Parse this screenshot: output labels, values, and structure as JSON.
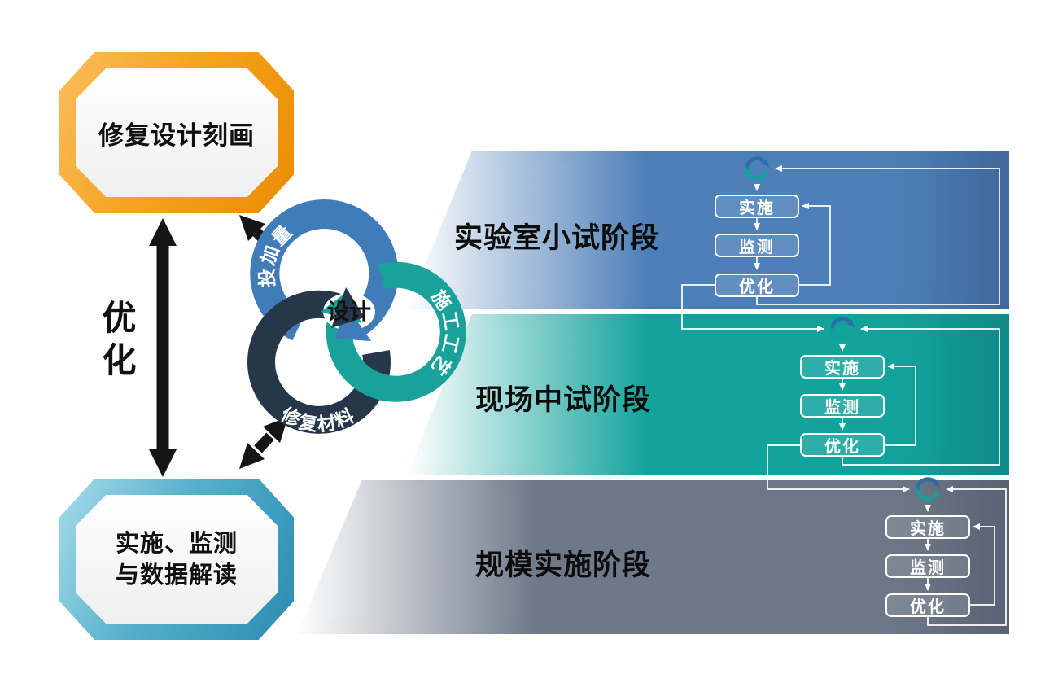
{
  "palette": {
    "band1": "#4d7fb8",
    "band2": "#12a39d",
    "band3": "#6d7888",
    "ring_blue": "#3f7cb8",
    "ring_teal": "#18a29a",
    "ring_dark": "#253748",
    "arrow_black": "#151515",
    "orange_light": "#f9bd5e",
    "orange_mid": "#f5a41f",
    "orange_dark": "#ea8c03",
    "cyan_light": "#a7dcea",
    "cyan_mid": "#56b0cb",
    "cyan_dark": "#2b8db0"
  },
  "left_column": {
    "top_box_label": "修复设计刻画",
    "bottom_box_label_line1": "实施、监测",
    "bottom_box_label_line2": "与数据解读",
    "optimize_label": "优化"
  },
  "cycle": {
    "center_label": "设计",
    "arc_labels": {
      "top": "投加量",
      "right": "施工工艺",
      "bottom": "修复材料"
    }
  },
  "stages": [
    {
      "label": "实验室小试阶段",
      "steps": [
        "实施",
        "监测",
        "优化"
      ]
    },
    {
      "label": "现场中试阶段",
      "steps": [
        "实施",
        "监测",
        "优化"
      ]
    },
    {
      "label": "规模实施阶段",
      "steps": [
        "实施",
        "监测",
        "优化"
      ]
    }
  ]
}
